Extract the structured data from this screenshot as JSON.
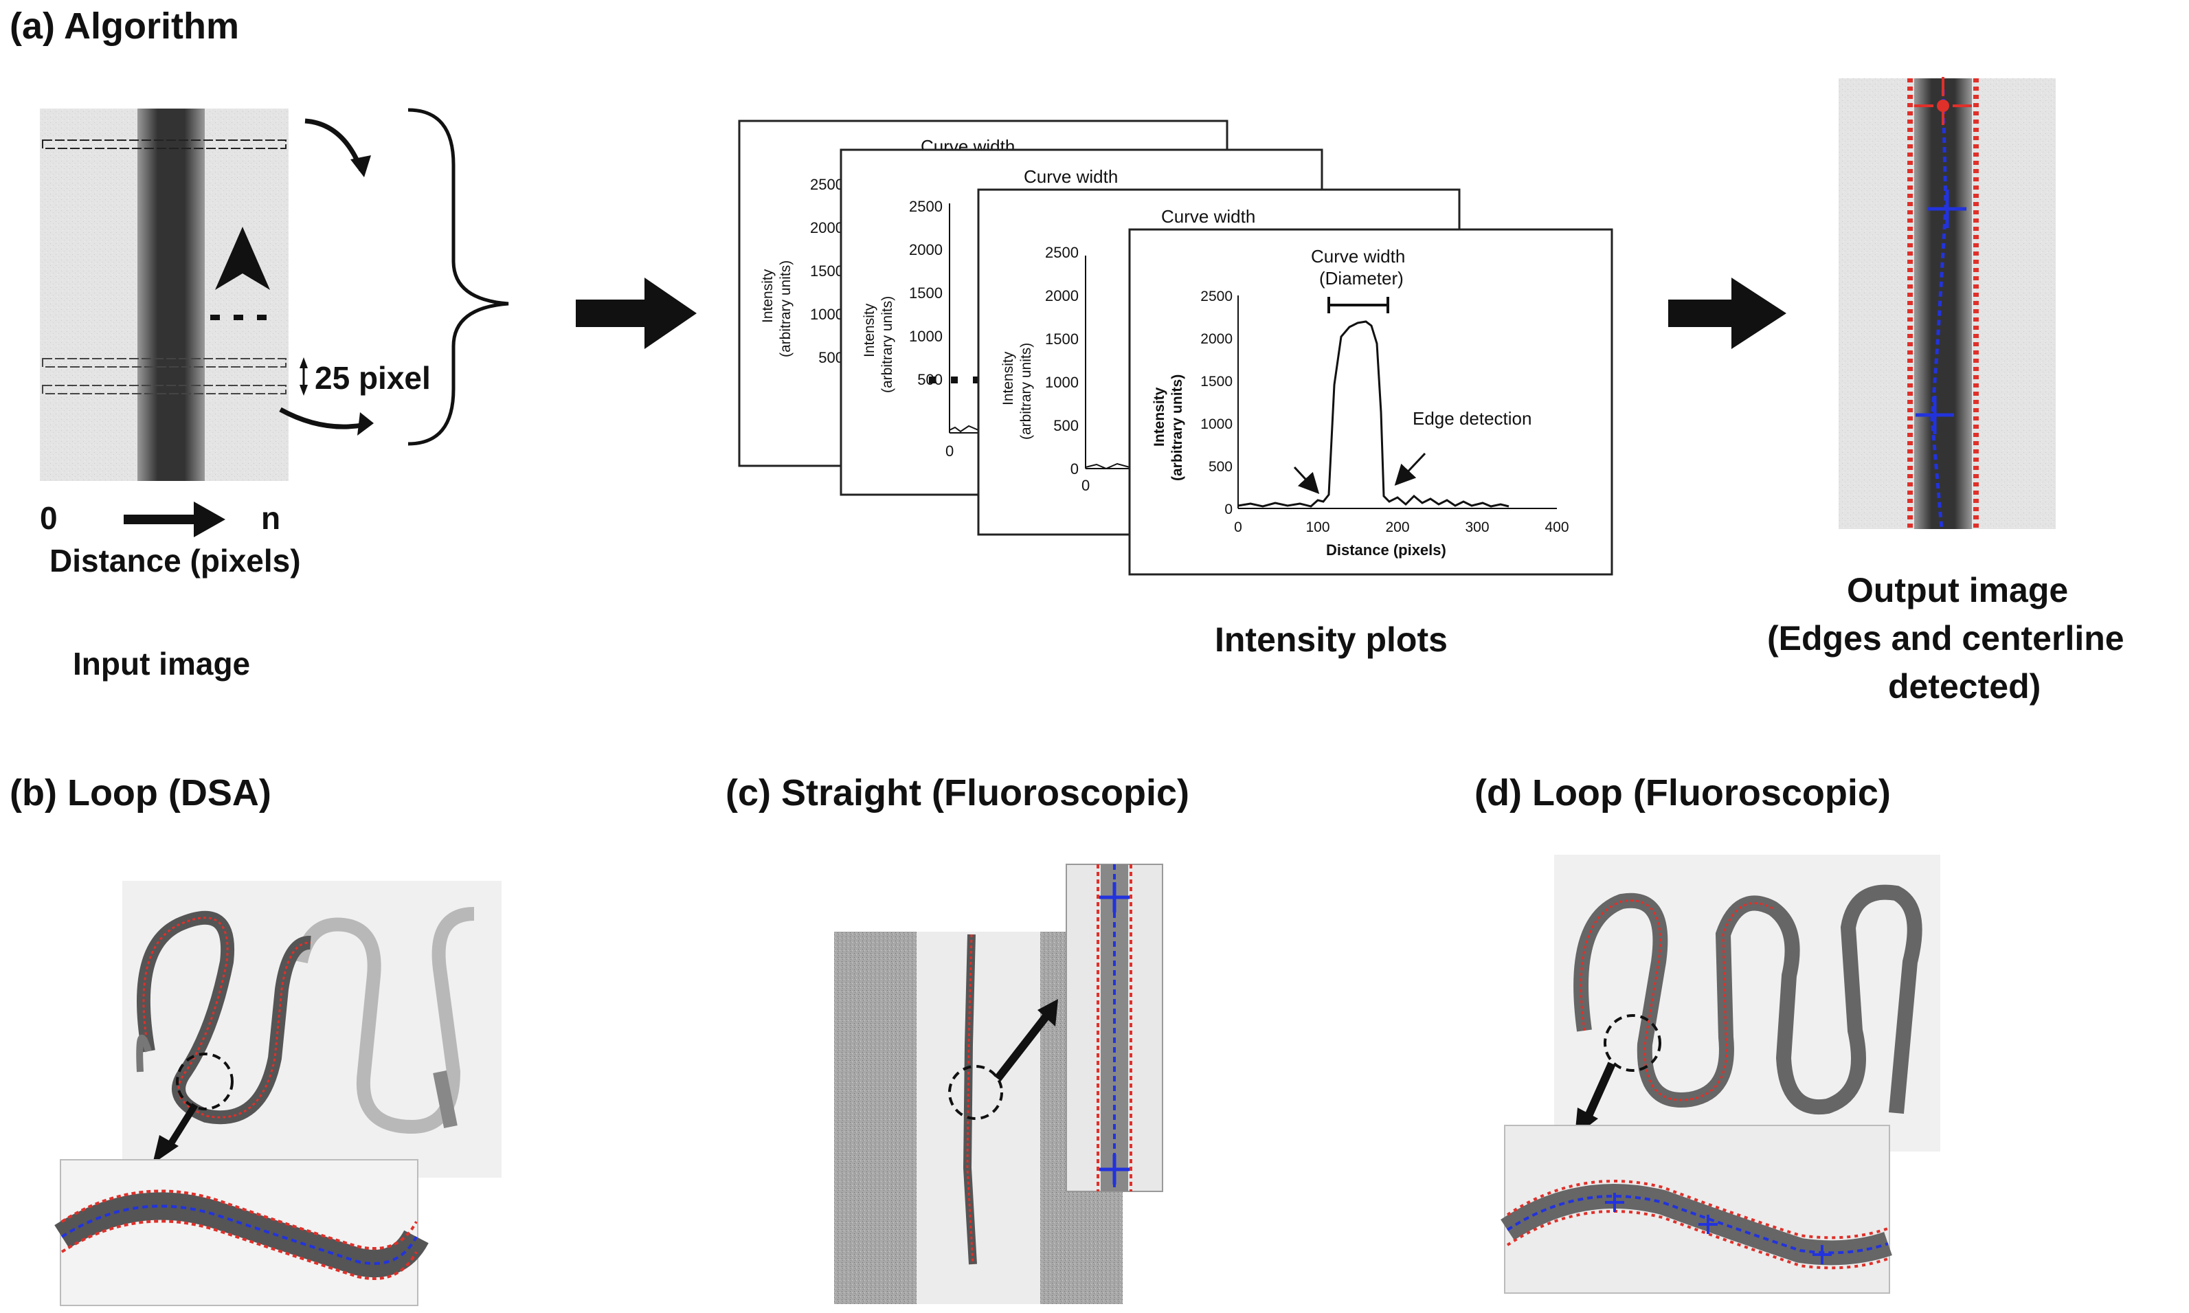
{
  "panels": {
    "a": {
      "title": "(a) Algorithm"
    },
    "b": {
      "title": "(b) Loop (DSA)"
    },
    "c": {
      "title": "(c) Straight (Fluoroscopic)"
    },
    "d": {
      "title": "(d) Loop (Fluoroscopic)"
    }
  },
  "input": {
    "axis_start": "0",
    "axis_end": "n",
    "axis_label": "Distance (pixels)",
    "step_label": "25 pixel",
    "caption": "Input image"
  },
  "plots": {
    "caption": "Intensity plots",
    "back_title": "Curve width",
    "ylabel_line1": "Intensity",
    "ylabel_line2": "(arbitrary units)",
    "front": {
      "title_line1": "Curve width",
      "title_line2": "(Diameter)",
      "xlabel": "Distance (pixels)",
      "annotation": "Edge detection",
      "xticks": [
        "0",
        "100",
        "200",
        "300",
        "400"
      ],
      "yticks": [
        "0",
        "500",
        "1000",
        "1500",
        "2000",
        "2500"
      ]
    },
    "back3": {
      "yticks": [
        "0",
        "500",
        "1000",
        "1500",
        "2000",
        "2500"
      ]
    },
    "back2": {
      "yticks": [
        "500",
        "1000",
        "1500",
        "2000",
        "2500"
      ]
    },
    "back1": {
      "yticks": [
        "500",
        "1000",
        "1500",
        "2000",
        "2500"
      ]
    }
  },
  "output": {
    "caption_line1": "Output image",
    "caption_line2": "(Edges and centerline",
    "caption_line3": "detected)"
  },
  "colors": {
    "edge": "#e0302a",
    "centerline": "#2233dd",
    "vessel": "#3a3a3a"
  }
}
